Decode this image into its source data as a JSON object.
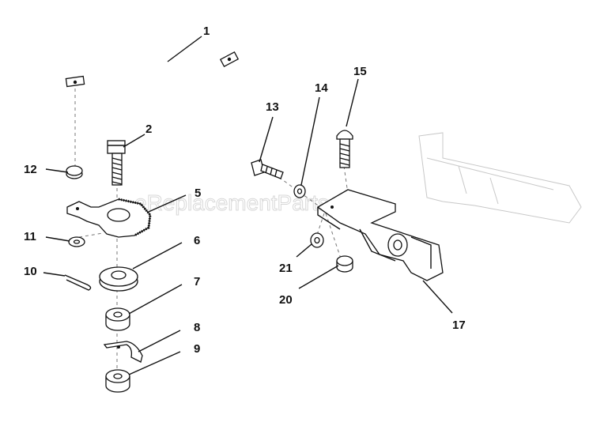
{
  "watermark": "eReplacementParts.com",
  "callouts": {
    "c1": "1",
    "c2": "2",
    "c5": "5",
    "c6": "6",
    "c7": "7",
    "c8": "8",
    "c9": "9",
    "c10": "10",
    "c11": "11",
    "c12": "12",
    "c13": "13",
    "c14": "14",
    "c15": "15",
    "c17": "17",
    "c20": "20",
    "c21": "21"
  }
}
